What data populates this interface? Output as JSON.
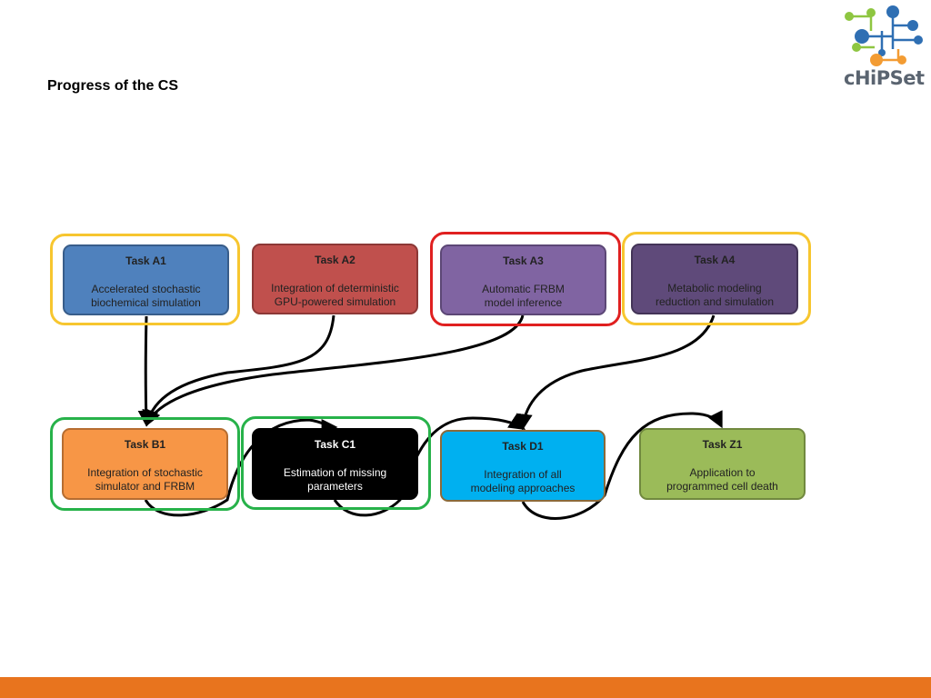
{
  "header": {
    "title": "Progress of the CS"
  },
  "logo": {
    "text": "cHiPSet",
    "icon": "circuit-tree-icon"
  },
  "colors": {
    "yellow_frame": "#f7c62f",
    "red_frame": "#e02020",
    "green_frame": "#27b24a",
    "arrow": "#000000",
    "footer": "#e8741e"
  },
  "tasks": {
    "a1": {
      "title": "Task A1",
      "desc1": "Accelerated stochastic",
      "desc2": "biochemical simulation",
      "color": "#4f81bd"
    },
    "a2": {
      "title": "Task A2",
      "desc1": "Integration of deterministic",
      "desc2": "GPU-powered simulation",
      "color": "#c0504d"
    },
    "a3": {
      "title": "Task A3",
      "desc1": "Automatic FRBM",
      "desc2": "model inference",
      "color": "#8064a2"
    },
    "a4": {
      "title": "Task A4",
      "desc1": "Metabolic modeling",
      "desc2": "reduction and simulation",
      "color": "#5f4a7a"
    },
    "b1": {
      "title": "Task B1",
      "desc1": "Integration of stochastic",
      "desc2": "simulator and FRBM",
      "color": "#f79646"
    },
    "c1": {
      "title": "Task C1",
      "desc1": "Estimation of missing",
      "desc2": "parameters",
      "color": "#000000"
    },
    "d1": {
      "title": "Task D1",
      "desc1": "Integration of all",
      "desc2": "modeling approaches",
      "color": "#00b0f0"
    },
    "z1": {
      "title": "Task Z1",
      "desc1": "Application to",
      "desc2": "programmed cell death",
      "color": "#9bbb59"
    }
  },
  "footer": {
    "color": "#e8741e"
  }
}
